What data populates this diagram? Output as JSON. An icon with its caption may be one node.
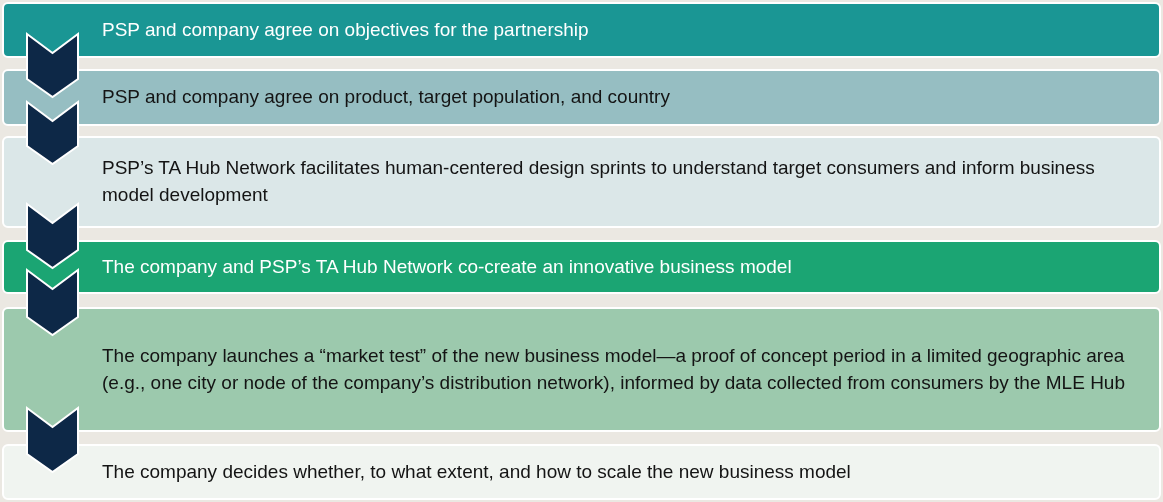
{
  "diagram": {
    "nodes": [
      {
        "text": [
          "PSP and company agree on objectives for the partnership"
        ]
      },
      {
        "text": [
          "PSP and company agree on product, target population, and country"
        ]
      },
      {
        "text": [
          "PSP’s TA Hub Network facilitates human-centered design sprints to understand target consumers and inform business model development"
        ]
      },
      {
        "text": [
          "The company and PSP’s TA Hub Network co-create an innovative business model"
        ]
      },
      {
        "text": [
          "The company launches a “market test” of the new business model—a proof of concept period in a limited geographic area (e.g., one city or node of the company’s distribution network), informed by data collected from consumers by the MLE Hub"
        ]
      },
      {
        "text": [
          "The company decides whether, to what extent, and how to scale the new business model"
        ]
      }
    ],
    "edges": [
      {
        "from": 0,
        "to": 1,
        "arrow": "to"
      },
      {
        "from": 1,
        "to": 2,
        "arrow": "to"
      },
      {
        "from": 2,
        "to": 3,
        "arrow": "to"
      },
      {
        "from": 3,
        "to": 4,
        "arrow": "to"
      },
      {
        "from": 4,
        "to": 5,
        "arrow": "to"
      }
    ]
  }
}
